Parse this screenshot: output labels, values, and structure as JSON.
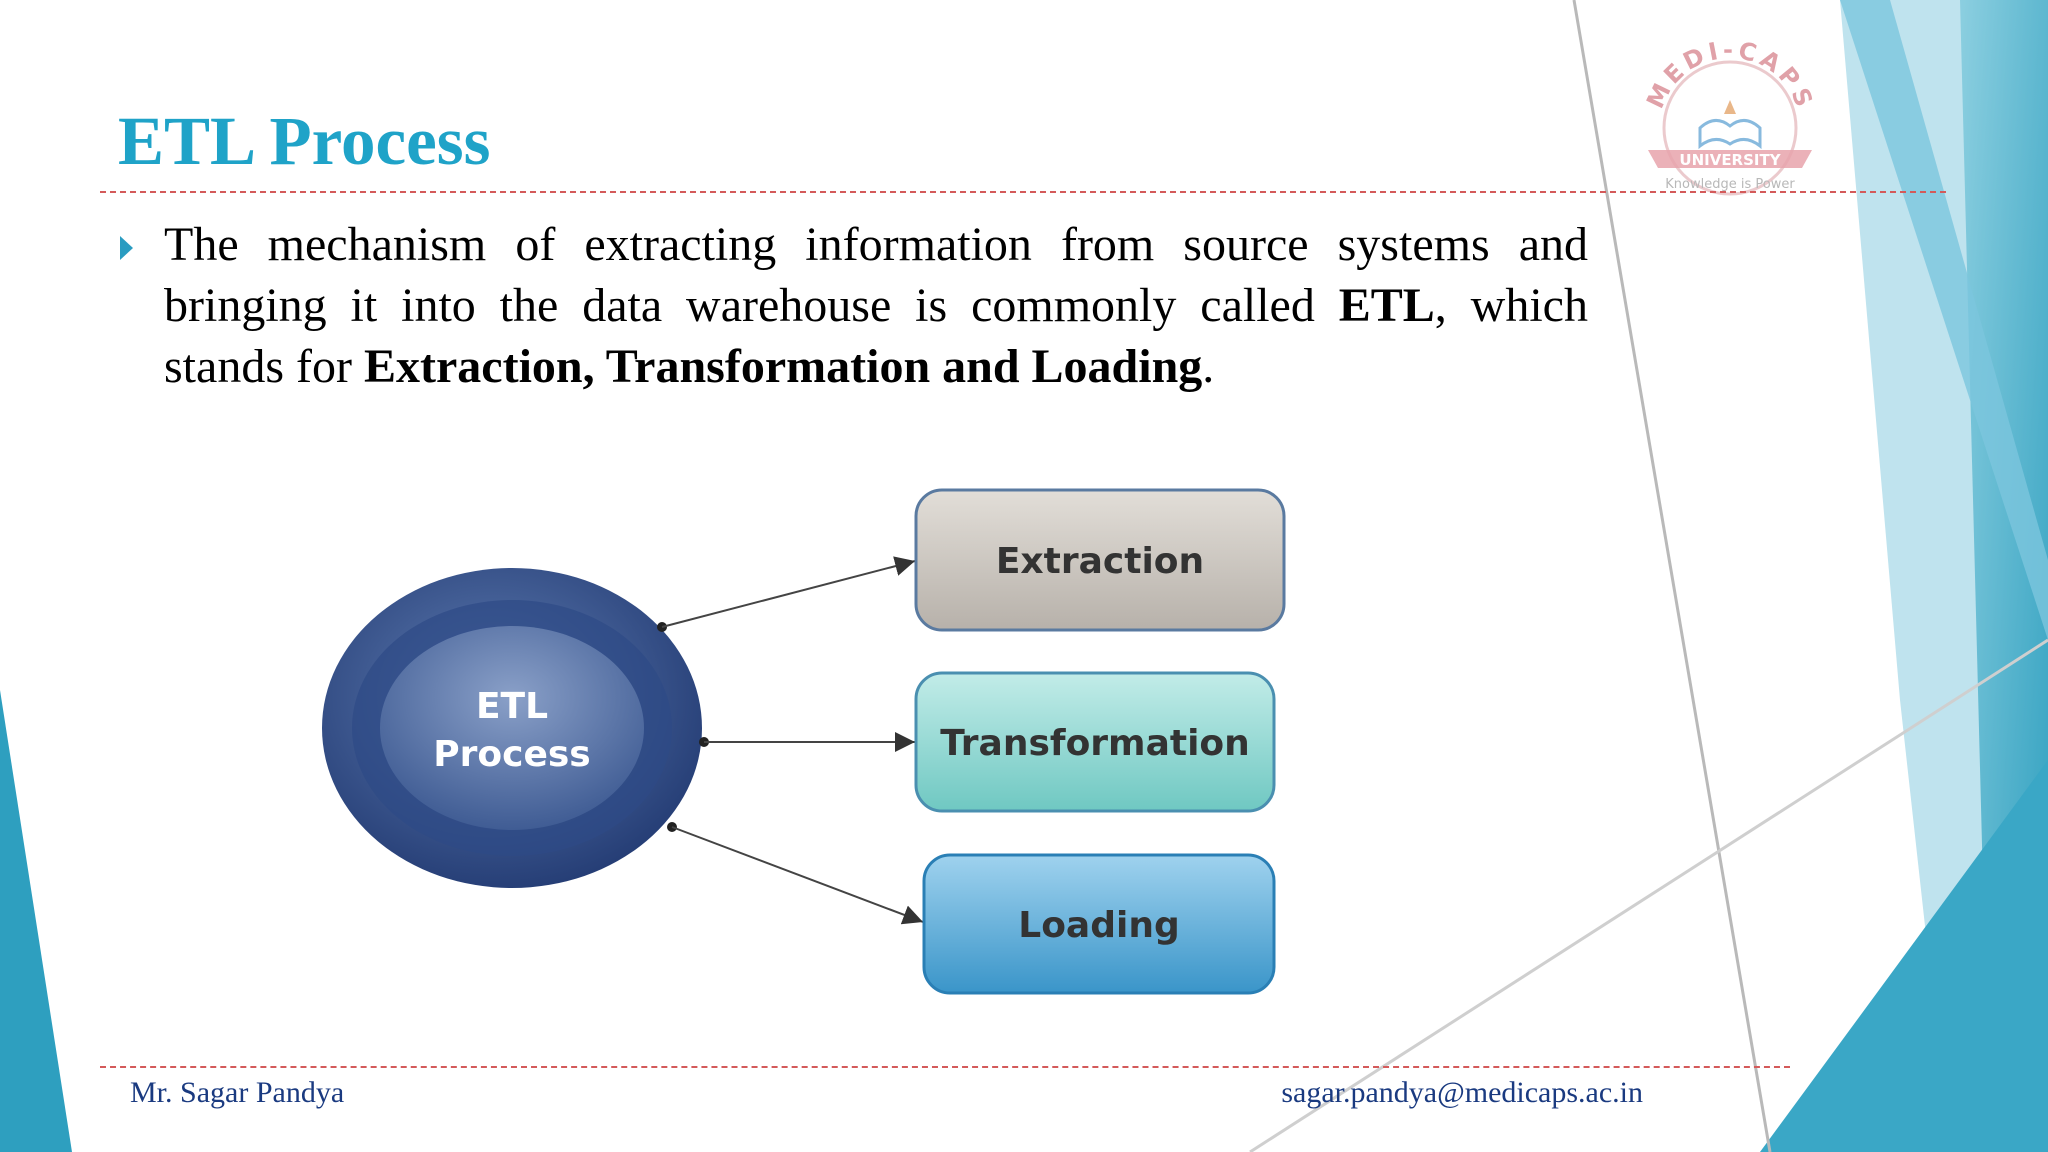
{
  "slide": {
    "title": "ETL Process",
    "body": {
      "text_1": "The mechanism of extracting information from source systems and bringing it into the data warehouse is commonly called ",
      "bold_1": "ETL",
      "text_2": ", which stands for ",
      "bold_2": "Extraction, Transformation and Loading",
      "text_3": "."
    }
  },
  "diagram": {
    "hub_line_1": "ETL",
    "hub_line_2": "Process",
    "boxes": [
      {
        "label": "Extraction",
        "color": "#c9c4bd"
      },
      {
        "label": "Transformation",
        "color": "#8fd4cf"
      },
      {
        "label": "Loading",
        "color": "#4ea8d6"
      }
    ],
    "hub_color": "#2d4a86"
  },
  "logo": {
    "arc_text": "MEDI-CAPS",
    "ribbon_text": "UNIVERSITY",
    "tagline": "Knowledge is Power"
  },
  "footer": {
    "author": "Mr. Sagar Pandya",
    "email": "sagar.pandya@medicaps.ac.in"
  },
  "colors": {
    "accent": "#1fa3c8",
    "rule": "#d45a5a",
    "footer_text": "#1a3a80",
    "logo": "#d98a93"
  }
}
